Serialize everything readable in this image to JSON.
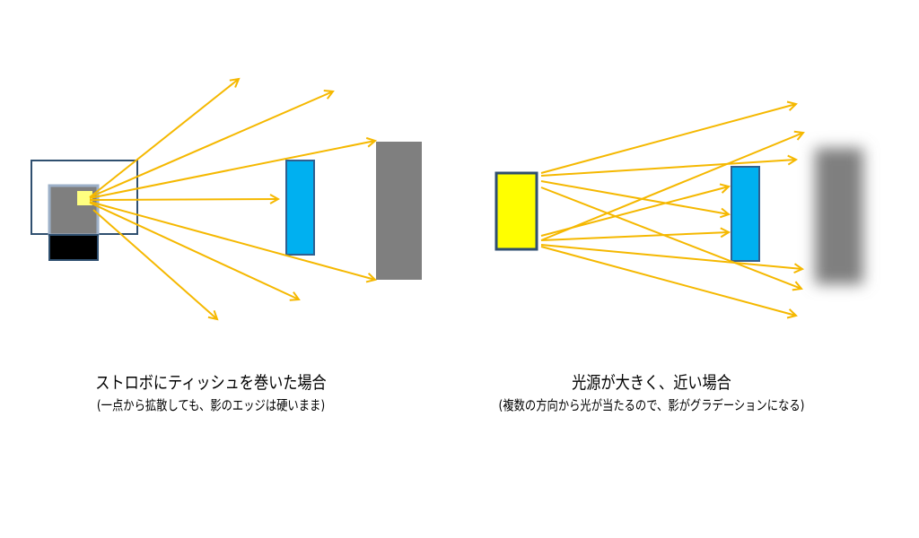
{
  "colors": {
    "ray": "#F5B800",
    "source": "#FFFF00",
    "subject": "#00B0F0",
    "shadow": "#808080",
    "border": "#2F4F6F"
  },
  "left": {
    "title": "ストロボにティッシュを巻いた場合",
    "subtitle": "(一点から拡散しても、影のエッジは硬いまま)"
  },
  "right": {
    "title": "光源が大きく、近い場合",
    "subtitle": "(複数の方向から光が当たるので、影がグラデーションになる)"
  }
}
